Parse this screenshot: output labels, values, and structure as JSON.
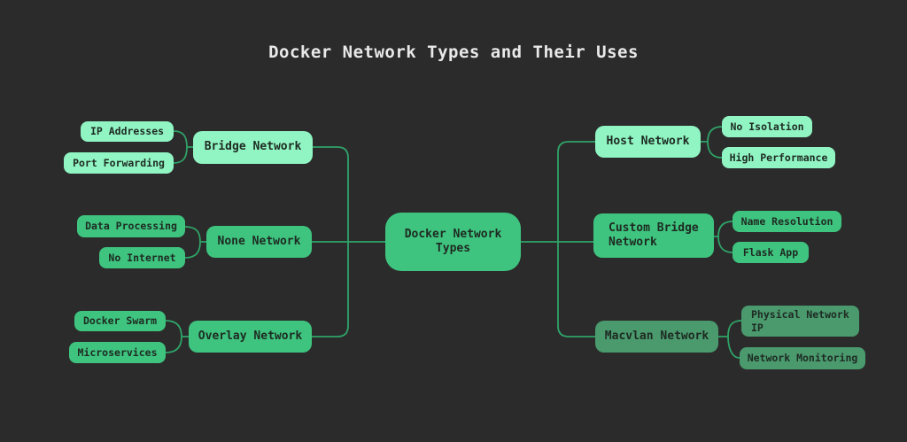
{
  "title": "Docker Network Types and Their Uses",
  "root": {
    "label": "Docker Network Types"
  },
  "branches": [
    {
      "label": "Bridge Network",
      "side": "left",
      "tone": "light",
      "children": [
        {
          "label": "IP Addresses"
        },
        {
          "label": "Port Forwarding"
        }
      ]
    },
    {
      "label": "None Network",
      "side": "left",
      "tone": "medium",
      "children": [
        {
          "label": "Data Processing"
        },
        {
          "label": "No Internet"
        }
      ]
    },
    {
      "label": "Overlay Network",
      "side": "left",
      "tone": "medium",
      "children": [
        {
          "label": "Docker Swarm"
        },
        {
          "label": "Microservices"
        }
      ]
    },
    {
      "label": "Host Network",
      "side": "right",
      "tone": "light",
      "children": [
        {
          "label": "No Isolation"
        },
        {
          "label": "High Performance"
        }
      ]
    },
    {
      "label": "Custom Bridge Network",
      "side": "right",
      "tone": "medium",
      "children": [
        {
          "label": "Name Resolution"
        },
        {
          "label": "Flask App"
        }
      ]
    },
    {
      "label": "Macvlan Network",
      "side": "right",
      "tone": "muted",
      "children": [
        {
          "label": "Physical Network IP"
        },
        {
          "label": "Network Monitoring"
        }
      ]
    }
  ],
  "colors": {
    "background": "#2b2b2b",
    "node_light": "#90f5c3",
    "node_medium": "#3ec47f",
    "node_muted": "#4a9a6e",
    "connector": "#2fa368",
    "title_text": "#e9e9e9",
    "node_text": "#1e2a22"
  }
}
